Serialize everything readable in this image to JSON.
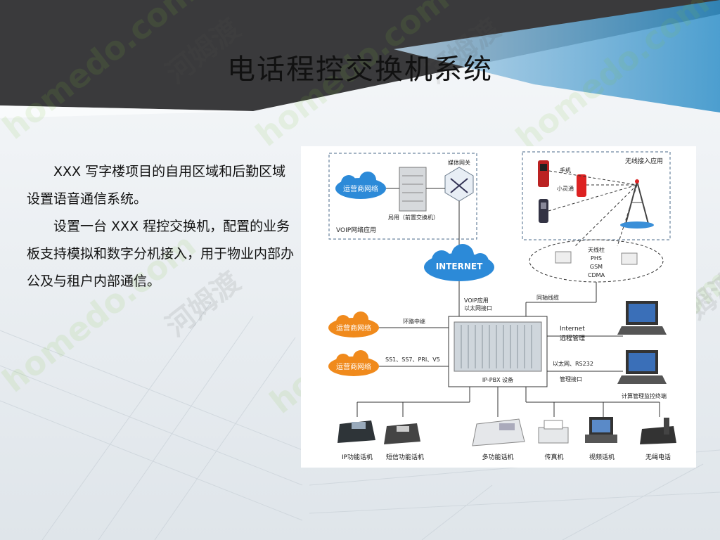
{
  "slide": {
    "title": "电话程控交换机系统",
    "paragraphs": [
      "XXX 写字楼项目的自用区域和后勤区域设置语音通信系统。",
      "设置一台 XXX 程控交换机，配置的业务板支持模拟和数字分机接入，用于物业内部办公及与租户内部通信。"
    ]
  },
  "diagram": {
    "carrier_network_label": "运营商网络",
    "local_exchange_label": "局用（前置交换机）",
    "media_gateway_label": "媒体网关",
    "voip_area_label": "VOIP网络应用",
    "wireless_area_label": "无线接入应用",
    "phone_label": "手机",
    "xiaolingtong_label": "小灵通",
    "antenna_label": "天线柱",
    "antenna_types": [
      "PHS",
      "GSM",
      "CDMA"
    ],
    "internet_label": "INTERNET",
    "voip_link_label": [
      "VOIP应用",
      "以太网接口"
    ],
    "coax_label": "同轴线缆",
    "trunk_label": "环路中继",
    "signaling_label": "SS1、SS7、PRI、V5",
    "pbx_label": "IP-PBX 设备",
    "internet_mgmt_label": [
      "Internet",
      "远程管理"
    ],
    "mgmt_port_label": [
      "以太网、RS232",
      "管理接口"
    ],
    "mgmt_terminal_label": "计算管理监控终端",
    "devices": [
      "IP功能话机",
      "短信功能话机",
      "多功能话机",
      "传真机",
      "视频话机",
      "无绳电话"
    ]
  },
  "watermark": {
    "text": "homedo.com",
    "text_cn": "河姆渡"
  },
  "colors": {
    "title_bar_dark": "#3a3a3c",
    "accent_blue": "#2f8fc8",
    "cloud_orange": "#f08a1c",
    "cloud_blue": "#2c8ad8"
  }
}
